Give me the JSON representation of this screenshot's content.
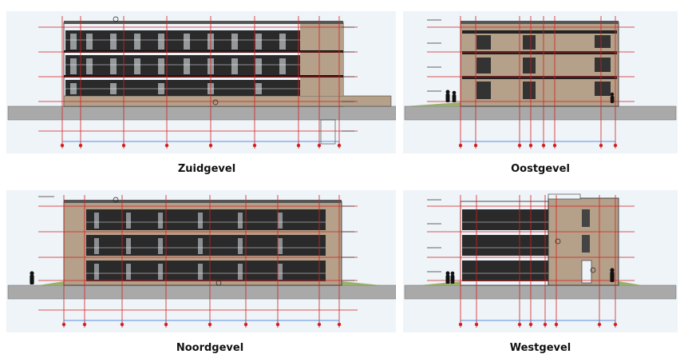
{
  "elevations": [
    {
      "id": "zuid",
      "title": "Zuidgevel"
    },
    {
      "id": "oost",
      "title": "Oostgevel"
    },
    {
      "id": "noord",
      "title": "Noordgevel"
    },
    {
      "id": "west",
      "title": "Westgevel"
    }
  ],
  "colors": {
    "panel_bg": "#eef4f8",
    "ground": "#a9a9a9",
    "grid_red": "#d42020",
    "dim_blue": "#2a6fd6",
    "wall": "#b5a089",
    "glass": "#222222",
    "floor_slab": "#333333",
    "roof": "#555555"
  },
  "icons": [
    "person-silhouette-icon",
    "level-marker-icon",
    "axis-bubble-icon",
    "section-symbol-icon"
  ]
}
